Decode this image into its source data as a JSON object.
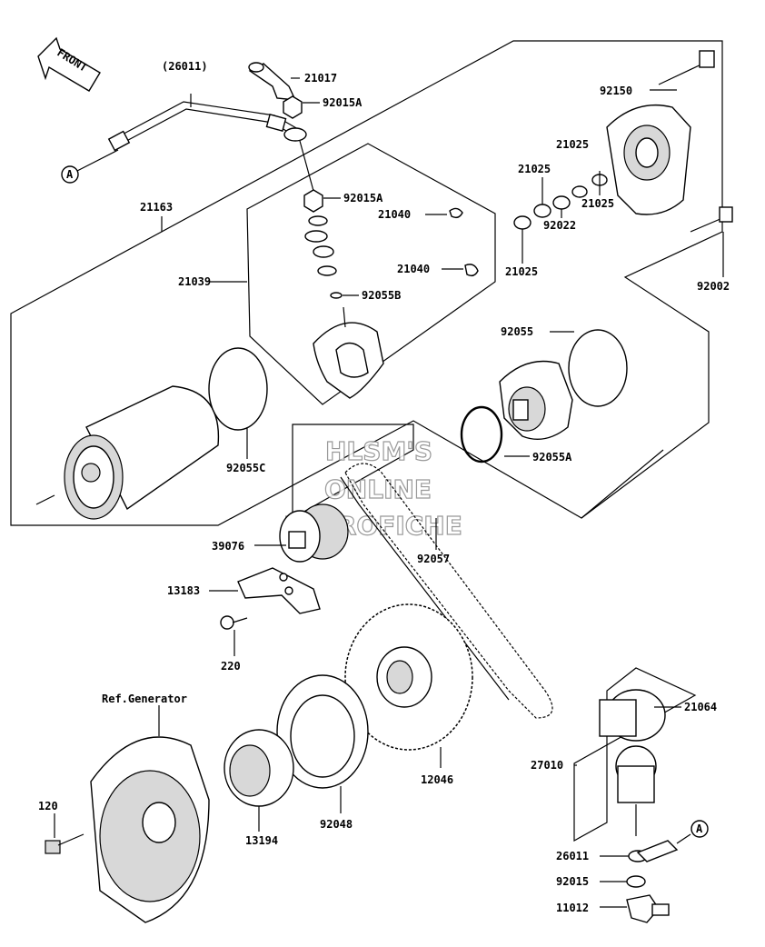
{
  "front_badge": "FRONT",
  "callout_letter": "A",
  "watermark": [
    "HLSM'S",
    "ONLINE",
    "MICROFICHE"
  ],
  "labels": {
    "p26011_top": "(26011)",
    "p21017": "21017",
    "p92015A_top": "92015A",
    "p92015A_mid": "92015A",
    "p92150": "92150",
    "p21163": "21163",
    "p21040_a": "21040",
    "p21040_b": "21040",
    "p21039": "21039",
    "p92055B": "92055B",
    "p21025_a": "21025",
    "p21025_b": "21025",
    "p21025_c": "21025",
    "p21025_d": "21025",
    "p92022": "92022",
    "p92002": "92002",
    "p92055": "92055",
    "p92055A": "92055A",
    "p92055C": "92055C",
    "p39076": "39076",
    "p92057": "92057",
    "p13183": "13183",
    "p220": "220",
    "p_ref_generator": "Ref.Generator",
    "p21064": "21064",
    "p27010": "27010",
    "p12046": "12046",
    "p120": "120",
    "p13194": "13194",
    "p92048": "92048",
    "p26011_bottom": "26011",
    "p92015": "92015",
    "p11012": "11012"
  }
}
